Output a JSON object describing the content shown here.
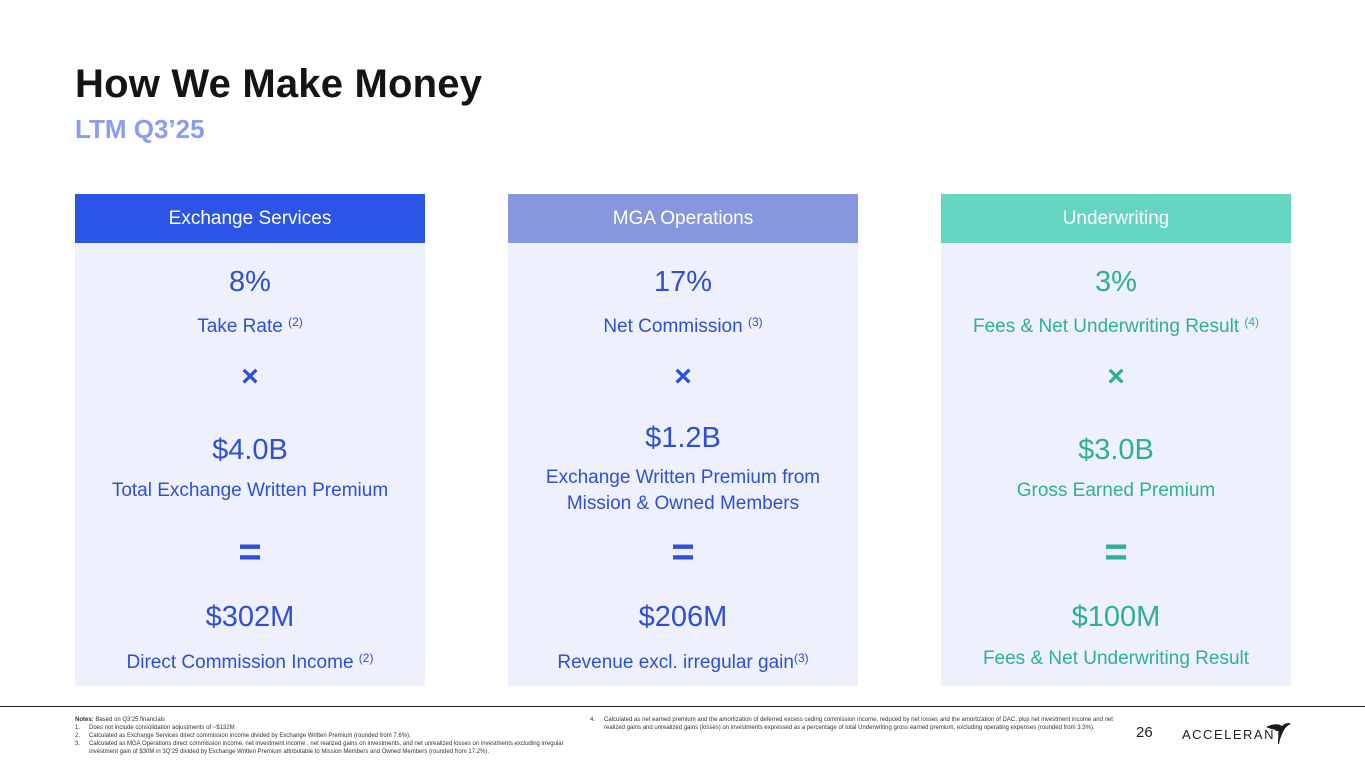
{
  "header": {
    "title": "How We Make Money",
    "subtitle": "LTM Q3’25"
  },
  "cards": [
    {
      "heading": "Exchange Services",
      "rate": "8%",
      "rate_label": "Take Rate",
      "rate_note": "(2)",
      "times_symbol": "×",
      "base_value": "$4.0B",
      "base_label_1": "Total Exchange Written Premium",
      "base_label_2": "",
      "equals_symbol": "=",
      "result_value": "$302M",
      "result_label": "Direct Commission Income",
      "result_note": "(2)"
    },
    {
      "heading": "MGA Operations",
      "rate": "17%",
      "rate_label": "Net Commission",
      "rate_note": "(3)",
      "times_symbol": "×",
      "base_value": "$1.2B",
      "base_label_1": "Exchange Written Premium from",
      "base_label_2": "Mission & Owned Members",
      "equals_symbol": "=",
      "result_value": "$206M",
      "result_label": "Revenue excl. irregular gain",
      "result_note": "(3)"
    },
    {
      "heading": "Underwriting",
      "rate": "3%",
      "rate_label": "Fees & Net Underwriting Result",
      "rate_note": "(4)",
      "times_symbol": "×",
      "base_value": "$3.0B",
      "base_label_1": "Gross Earned Premium",
      "base_label_2": "",
      "equals_symbol": "=",
      "result_value": "$100M",
      "result_label": "Fees & Net Underwriting Result",
      "result_note": ""
    }
  ],
  "notes": {
    "lead_bold": "Notes:",
    "lead_text": " Based on Q3’25 financials",
    "left": [
      {
        "num": "1.",
        "text": "Does not include consolidation adjustments of ~$132M"
      },
      {
        "num": "2.",
        "text": "Calculated as Exchange Services direct commission income divided by Exchange Written Premium (rounded from 7.6%)."
      },
      {
        "num": "3.",
        "text": "Calculated as MGA Operations direct commission income, net investment income , net realized gains on investments, and net unrealized losses on investments excluding irregular investment gain of $30M in 3Q’25 divided by Exchange Written Premium attributable to Mission Members and Owned Members (rounded from 17.2%)."
      }
    ],
    "right": [
      {
        "num": "4.",
        "text": "Calculated as net earned premium and the amortization of deferred excess ceding commission income, reduced by net losses and the amortization of DAC, plus net investment income and net realized gains and unrealized gains (losses) on investments expressed as a percentage of total Underwriting gross earned premium, excluding operating expenses (rounded from 3.3%)."
      }
    ]
  },
  "footer": {
    "page_number": "26",
    "logo_text": "ACCELERANT"
  },
  "colors": {
    "exchange": "#2b55e6",
    "mga": "#8797de",
    "underwriting": "#63d5c1",
    "card_bg": "#eef0fb",
    "value_blue": "#2e4fd6",
    "value_green": "#2fae9a"
  }
}
